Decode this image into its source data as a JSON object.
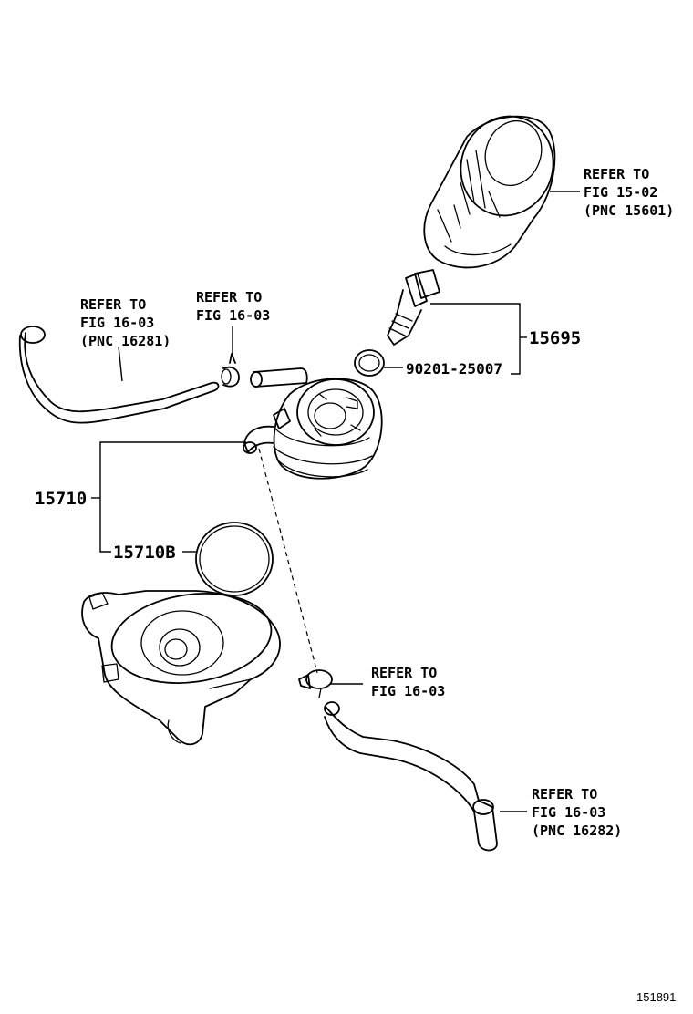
{
  "callouts": {
    "oil_filter": [
      "REFER TO",
      "FIG 15-02",
      "(PNC 15601)"
    ],
    "hose_upper": [
      "REFER TO",
      "FIG 16-03",
      "(PNC 16281)"
    ],
    "clamp_upper": [
      "REFER TO",
      "FIG 16-03"
    ],
    "clamp_lower": [
      "REFER TO",
      "FIG 16-03"
    ],
    "hose_lower": [
      "REFER TO",
      "FIG 16-03",
      "(PNC 16282)"
    ]
  },
  "part_numbers": {
    "union_bolt": "15695",
    "gasket": "90201-25007",
    "oil_cooler": "15710",
    "oring": "15710B"
  },
  "figure_number": "151891"
}
